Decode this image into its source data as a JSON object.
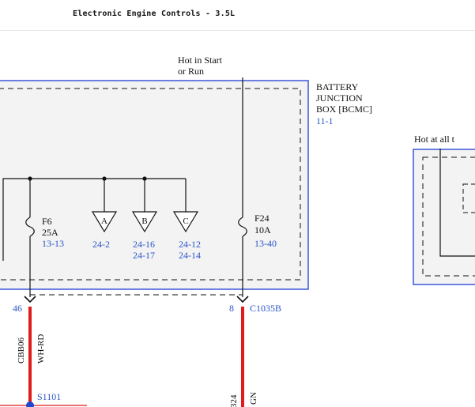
{
  "header": {
    "title": "Electronic Engine Controls - 3.5L"
  },
  "colors": {
    "box_border": "#3b56d6",
    "box_fill": "#f3f3f3",
    "wire_red": "#e01b1b",
    "splice_blue": "#1f48d0",
    "ref_blue": "#2a55c8"
  },
  "supply": {
    "hot_start_run": [
      "Hot in Start",
      "or Run"
    ],
    "hot_at_all": "Hot at all t"
  },
  "bjb": {
    "label": [
      "BATTERY",
      "JUNCTION",
      "BOX [BCMC]"
    ],
    "ref": "11-1"
  },
  "fuses": [
    {
      "name": "F6",
      "rating": "25A",
      "ref": "13-13"
    },
    {
      "name": "F24",
      "rating": "10A",
      "ref": "13-40"
    }
  ],
  "feeds": [
    {
      "letter": "A",
      "refs": [
        "24-2"
      ]
    },
    {
      "letter": "B",
      "refs": [
        "24-16",
        "24-17"
      ]
    },
    {
      "letter": "C",
      "refs": [
        "24-12",
        "24-14"
      ]
    }
  ],
  "pins": {
    "left": "46",
    "right": "8",
    "connector": "C1035B"
  },
  "wires": {
    "left_circuit": "CBB06",
    "left_color": "WH-RD",
    "right_circuit": "324",
    "right_color": "GN"
  },
  "splice": {
    "label": "S1101"
  }
}
